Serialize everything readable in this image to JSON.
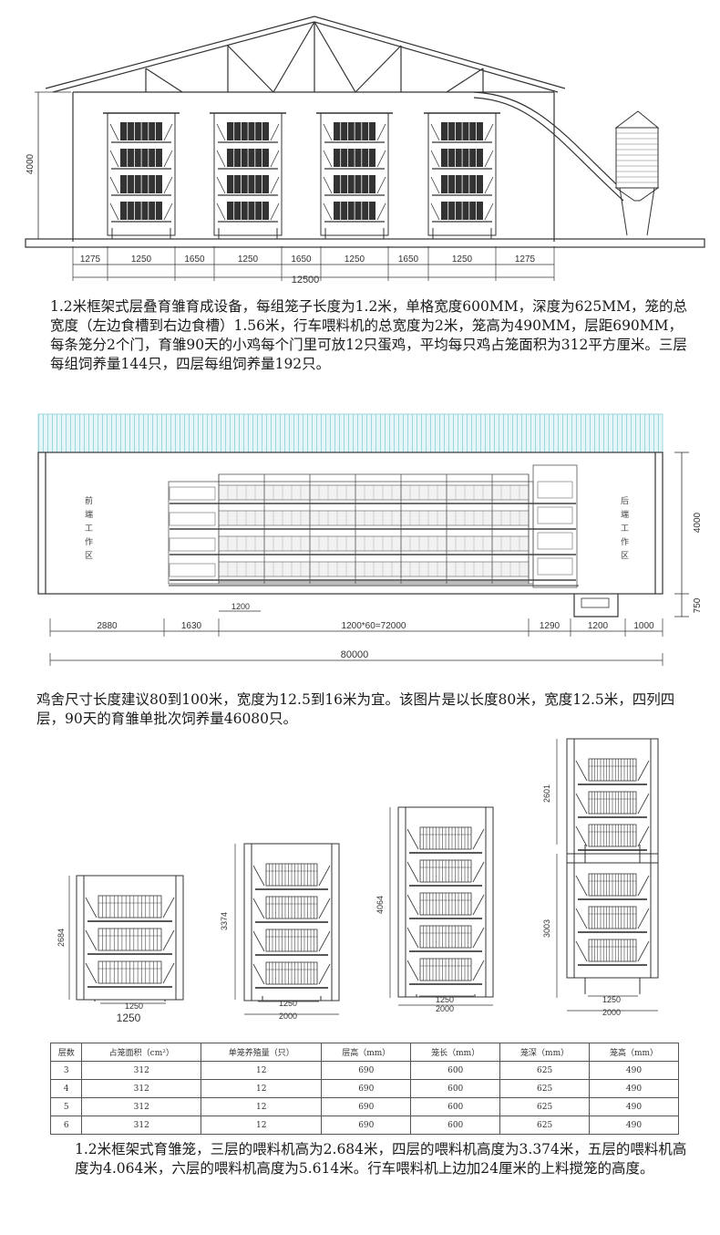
{
  "section1": {
    "house_height": "4000",
    "dims": [
      "1275",
      "1250",
      "1650",
      "1250",
      "1650",
      "1250",
      "1650",
      "1250",
      "1275"
    ],
    "total_width": "12500",
    "description": "1.2米框架式层叠育雏育成设备，每组笼子长度为1.2米，单格宽度600MM，深度为625MM，笼的总宽度（左边食槽到右边食槽）1.56米，行车喂料机的总宽度为2米，笼高为490MM，层距690MM，每条笼分2个门，育雏90天的小鸡每个门里可放12只蛋鸡，平均每只鸡占笼面积为312平方厘米。三层每组饲养量144只，四层每组饲养量192只。"
  },
  "section2": {
    "left_zone": "前端工作区",
    "right_zone": "后端工作区",
    "height": "4000",
    "pit": "750",
    "cage_unit": "1200",
    "dims": [
      "2880",
      "1630",
      "1200*60=72000",
      "1290",
      "1200",
      "1000"
    ],
    "total_length": "80000",
    "description": "鸡舍尺寸长度建议80到100米，宽度为12.5到16米为宜。该图片是以长度80米，宽度12.5米，四列四层，90天的育雏单批次饲养量46080只。"
  },
  "section3": {
    "cage3": {
      "height": "2684",
      "inner": "1250",
      "outer": "1250"
    },
    "cage4": {
      "height": "3374",
      "inner": "1250",
      "outer": "2000"
    },
    "cage5": {
      "height": "4064",
      "inner": "1250",
      "outer": "2000"
    },
    "cage6": {
      "upper": "2601",
      "lower": "3003",
      "inner": "1250",
      "outer": "2000"
    }
  },
  "table": {
    "headers": [
      "层数",
      "占笼面积（cm²）",
      "单笼养殖量（只）",
      "层高（mm）",
      "笼长（mm）",
      "笼深（mm）",
      "笼高（mm）"
    ],
    "rows": [
      [
        "3",
        "312",
        "12",
        "690",
        "600",
        "625",
        "490"
      ],
      [
        "4",
        "312",
        "12",
        "690",
        "600",
        "625",
        "490"
      ],
      [
        "5",
        "312",
        "12",
        "690",
        "600",
        "625",
        "490"
      ],
      [
        "6",
        "312",
        "12",
        "690",
        "600",
        "625",
        "490"
      ]
    ]
  },
  "footer": {
    "description": "1.2米框架式育雏笼，三层的喂料机高为2.684米，四层的喂料机高度为3.374米，五层的喂料机高度为4.064米，六层的喂料机高度为5.614米。行车喂料机上边加24厘米的上料搅笼的高度。"
  }
}
